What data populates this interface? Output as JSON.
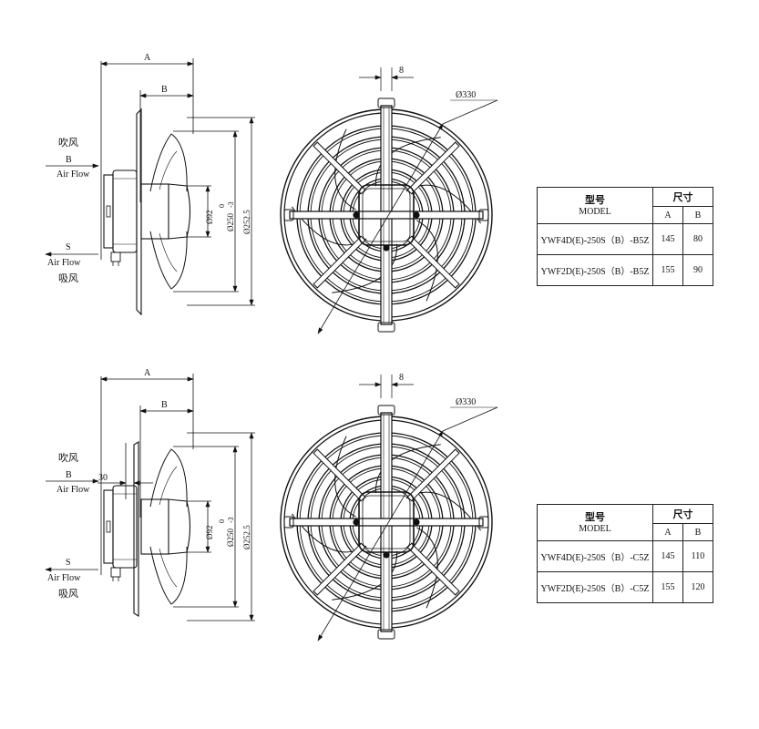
{
  "assemblies": [
    {
      "side": {
        "dim_a": "A",
        "dim_b": "B",
        "dim_30": "",
        "dia_hub": "Ø92",
        "tol_upper": "0",
        "tol_lower": "-3",
        "dia_blade": "Ø250",
        "dia_guard": "Ø252.5",
        "blow_cn": "吹风",
        "blow_letter": "B",
        "blow_en": "Air Flow",
        "suck_letter": "S",
        "suck_en": "Air Flow",
        "suck_cn": "吸风"
      },
      "front": {
        "dim_width": "8",
        "dia_outer": "Ø330"
      },
      "table": {
        "h_model_cn": "型号",
        "h_model_en": "MODEL",
        "h_dim_cn": "尺寸",
        "col_a": "A",
        "col_b": "B",
        "rows": [
          {
            "model": "YWF4D(E)-250S（B）-B5Z",
            "a": "145",
            "b": "80"
          },
          {
            "model": "YWF2D(E)-250S（B）-B5Z",
            "a": "155",
            "b": "90"
          }
        ]
      }
    },
    {
      "side": {
        "dim_a": "A",
        "dim_b": "B",
        "dim_30": "30",
        "dia_hub": "Ø92",
        "tol_upper": "0",
        "tol_lower": "-3",
        "dia_blade": "Ø250",
        "dia_guard": "Ø252.5",
        "blow_cn": "吹风",
        "blow_letter": "B",
        "blow_en": "Air Flow",
        "suck_letter": "S",
        "suck_en": "Air Flow",
        "suck_cn": "吸风"
      },
      "front": {
        "dim_width": "8",
        "dia_outer": "Ø330"
      },
      "table": {
        "h_model_cn": "型号",
        "h_model_en": "MODEL",
        "h_dim_cn": "尺寸",
        "col_a": "A",
        "col_b": "B",
        "rows": [
          {
            "model": "YWF4D(E)-250S（B）-C5Z",
            "a": "145",
            "b": "110"
          },
          {
            "model": "YWF2D(E)-250S（B）-C5Z",
            "a": "155",
            "b": "120"
          }
        ]
      }
    }
  ]
}
